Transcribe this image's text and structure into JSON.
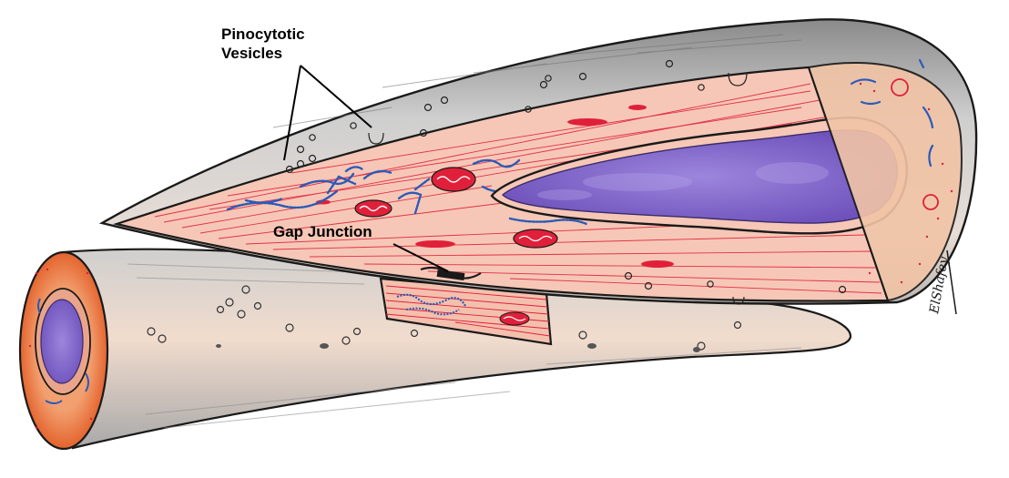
{
  "labels": {
    "pinocytotic_line1": "Pinocytotic",
    "pinocytotic_line2": "Vesicles",
    "gap_junction": "Gap Junction"
  },
  "signature": "ElShafey",
  "colors": {
    "background": "#ffffff",
    "outline": "#1a1a1a",
    "membrane_grey": "#9a9a9a",
    "cytoplasm": "#f6c7b6",
    "myofilament": "#e0203a",
    "nucleus": "#7a5ec4",
    "sarcoplasmic_reticulum": "#2a5ab8",
    "peach_shading": "#f2c6a8",
    "cross_section_rim": "#e8642a"
  }
}
